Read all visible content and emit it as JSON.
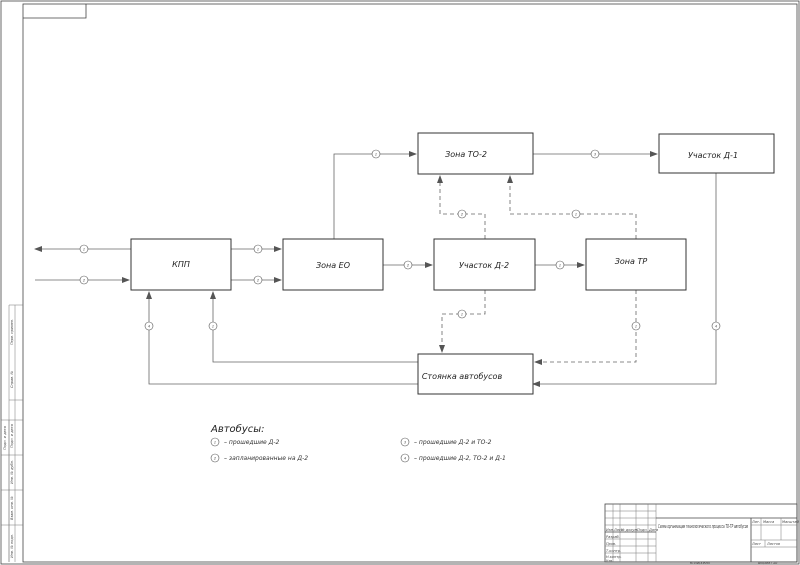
{
  "nodes": {
    "kpp": "КПП",
    "zone_eo": "Зона ЕО",
    "zone_to2": "Зона ТО-2",
    "sector_d2": "Участок Д-2",
    "zone_tr": "Зона ТР",
    "sector_d1": "Участок Д-1",
    "parking": "Стоянка автобусов"
  },
  "flow_markers": {
    "m1": "1",
    "m2": "2",
    "m3": "3",
    "m4": "4"
  },
  "legend": {
    "title": "Автобусы:",
    "items": [
      {
        "num": "1",
        "text": "– прошедшие Д-2"
      },
      {
        "num": "2",
        "text": "– запланированные на Д-2"
      },
      {
        "num": "3",
        "text": "– прошедшие Д-2 и ТО-2"
      },
      {
        "num": "4",
        "text": "– прошедшие Д-2, ТО-2 и Д-1"
      }
    ]
  },
  "title_block": {
    "drawing_title": "Схема организации технологического процесса ТО-ТР автобусов",
    "col_izm": "Изм.",
    "col_list": "Лист",
    "col_doc": "№ докум.",
    "col_sign": "Подп.",
    "col_date": "Дата",
    "row_razrab": "Разраб.",
    "row_prov": "Пров.",
    "row_tkontr": "Т.контр.",
    "row_nkontr": "Н.контр.",
    "row_utv": "Утв.",
    "lit": "Лит.",
    "mass": "Масса",
    "scale": "Масштаб",
    "sheet": "Лист",
    "sheets": "Листов",
    "copied": "Копировал",
    "format": "Формат   А1"
  },
  "side_stamp": {
    "s1": "Перв. примен.",
    "s2": "Справ. №",
    "s3": "Подп. и дата",
    "s4": "Инв. № дубл.",
    "s5": "Взам. инв. №",
    "s6": "Подп. и дата",
    "s7": "Инв. № подл."
  }
}
